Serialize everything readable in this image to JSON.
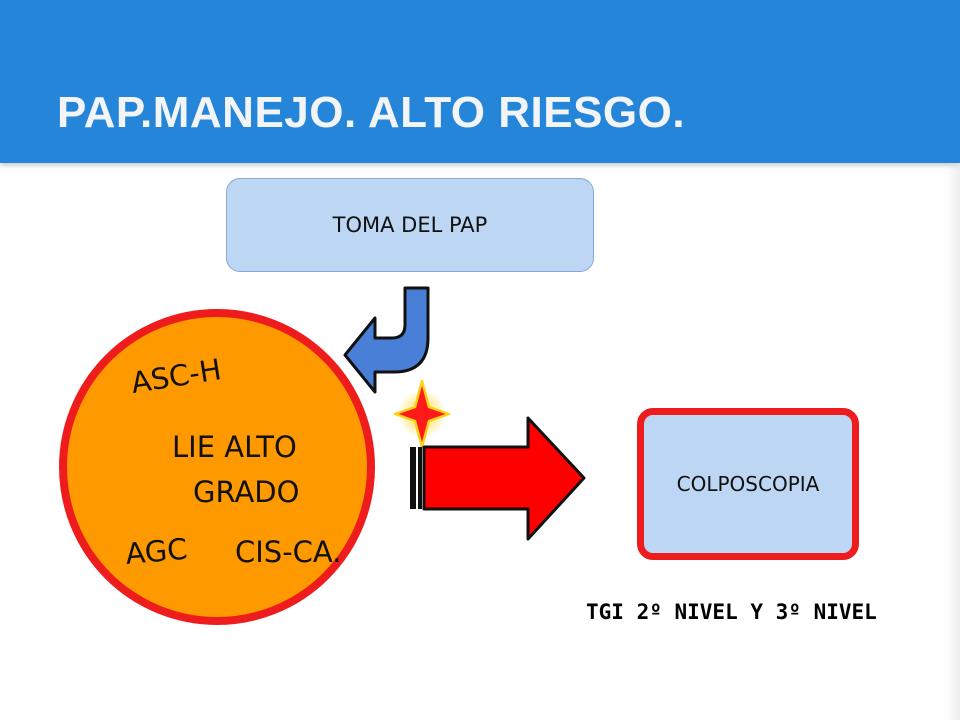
{
  "slide": {
    "title": "PAP.MANEJO. ALTO RIESGO."
  },
  "flow": {
    "start_box": "TOMA DEL PAP",
    "circle_labels": {
      "asc_h": "ASC-H",
      "lie_alto": "LIE ALTO",
      "grado": "GRADO",
      "agc": "AGC",
      "cis_ca": "CIS-CA."
    },
    "result_box": "COLPOSCOPIA"
  },
  "footer": {
    "note": "TGI 2º NIVEL Y 3º NIVEL"
  },
  "colors": {
    "header": "#2585d9",
    "circle_fill": "#ff9900",
    "circle_stroke": "#ee1c1c",
    "arrow_red": "#ff0000",
    "arrow_blue": "#4a7fd8",
    "box_fill": "#bdd6f3",
    "star": "#ff1a1a"
  },
  "icons": [
    "curved-down-left-arrow-icon",
    "right-arrow-icon",
    "star-icon"
  ]
}
